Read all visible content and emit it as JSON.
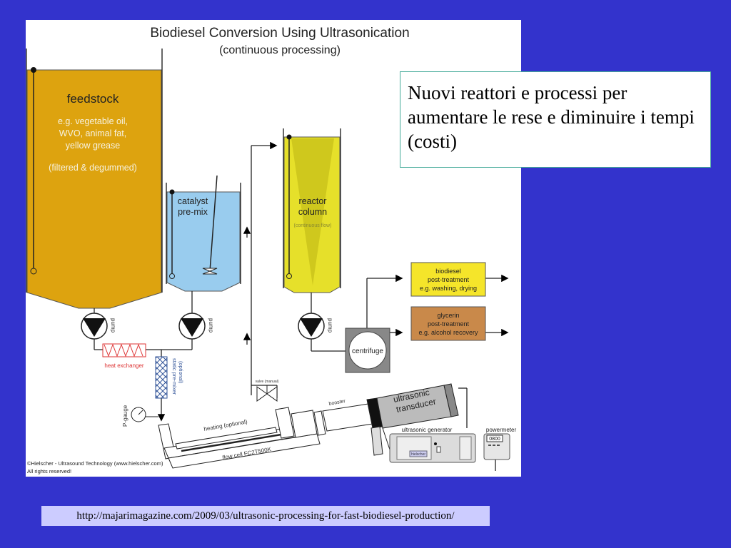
{
  "slide": {
    "callout": "Nuovi reattori e processi per aumentare le rese e diminuire i tempi (costi)",
    "source_url": "http://majarimagazine.com/2009/03/ultrasonic-processing-for-fast-biodiesel-production/"
  },
  "diagram": {
    "title": "Biodiesel Conversion Using Ultrasonication",
    "subtitle": "(continuous processing)",
    "feedstock": {
      "label": "feedstock",
      "desc_lines": [
        "e.g. vegetable oil,",
        "WVO, animal fat,",
        "yellow grease"
      ],
      "note": "(filtered & degummed)"
    },
    "catalyst": {
      "lines": [
        "catalyst",
        "pre-mix"
      ]
    },
    "reactor": {
      "lines": [
        "reactor",
        "column"
      ],
      "note": "(continuous flow)"
    },
    "biodiesel_box": {
      "lines": [
        "biodiesel",
        "post-treatment",
        "e.g. washing, drying"
      ]
    },
    "glycerin_box": {
      "lines": [
        "glycerin",
        "post-treatment",
        "e.g. alcohol recovery"
      ]
    },
    "pump_label": "pump",
    "centrifuge": "centrifuge",
    "heat_exchanger": "heat exchanger",
    "static_mixer": [
      "static pre-mixer",
      "(optional)"
    ],
    "p_gauge": "P-gauge",
    "valve": "valve (manual)",
    "booster": "booster",
    "transducer": [
      "ultrasonic",
      "transducer"
    ],
    "generator": "ultrasonic generator",
    "generator_brand": "hielscher",
    "powermeter": "powermeter",
    "powermeter_value": "0800",
    "heating": "heating (optional)",
    "flow_cell": "flow cell FC2T500K",
    "copyright": [
      "©Hielscher - Ultrasound Technology (www.hielscher.com)",
      "All rights reserved!"
    ]
  },
  "colors": {
    "background": "#3333cc",
    "feedstock": "#dda30f",
    "catalyst": "#99ccee",
    "reactor": "#e6e02a",
    "biodiesel": "#f5e52a",
    "glycerin": "#c9894a",
    "heat_exchanger": "#dd3333"
  }
}
